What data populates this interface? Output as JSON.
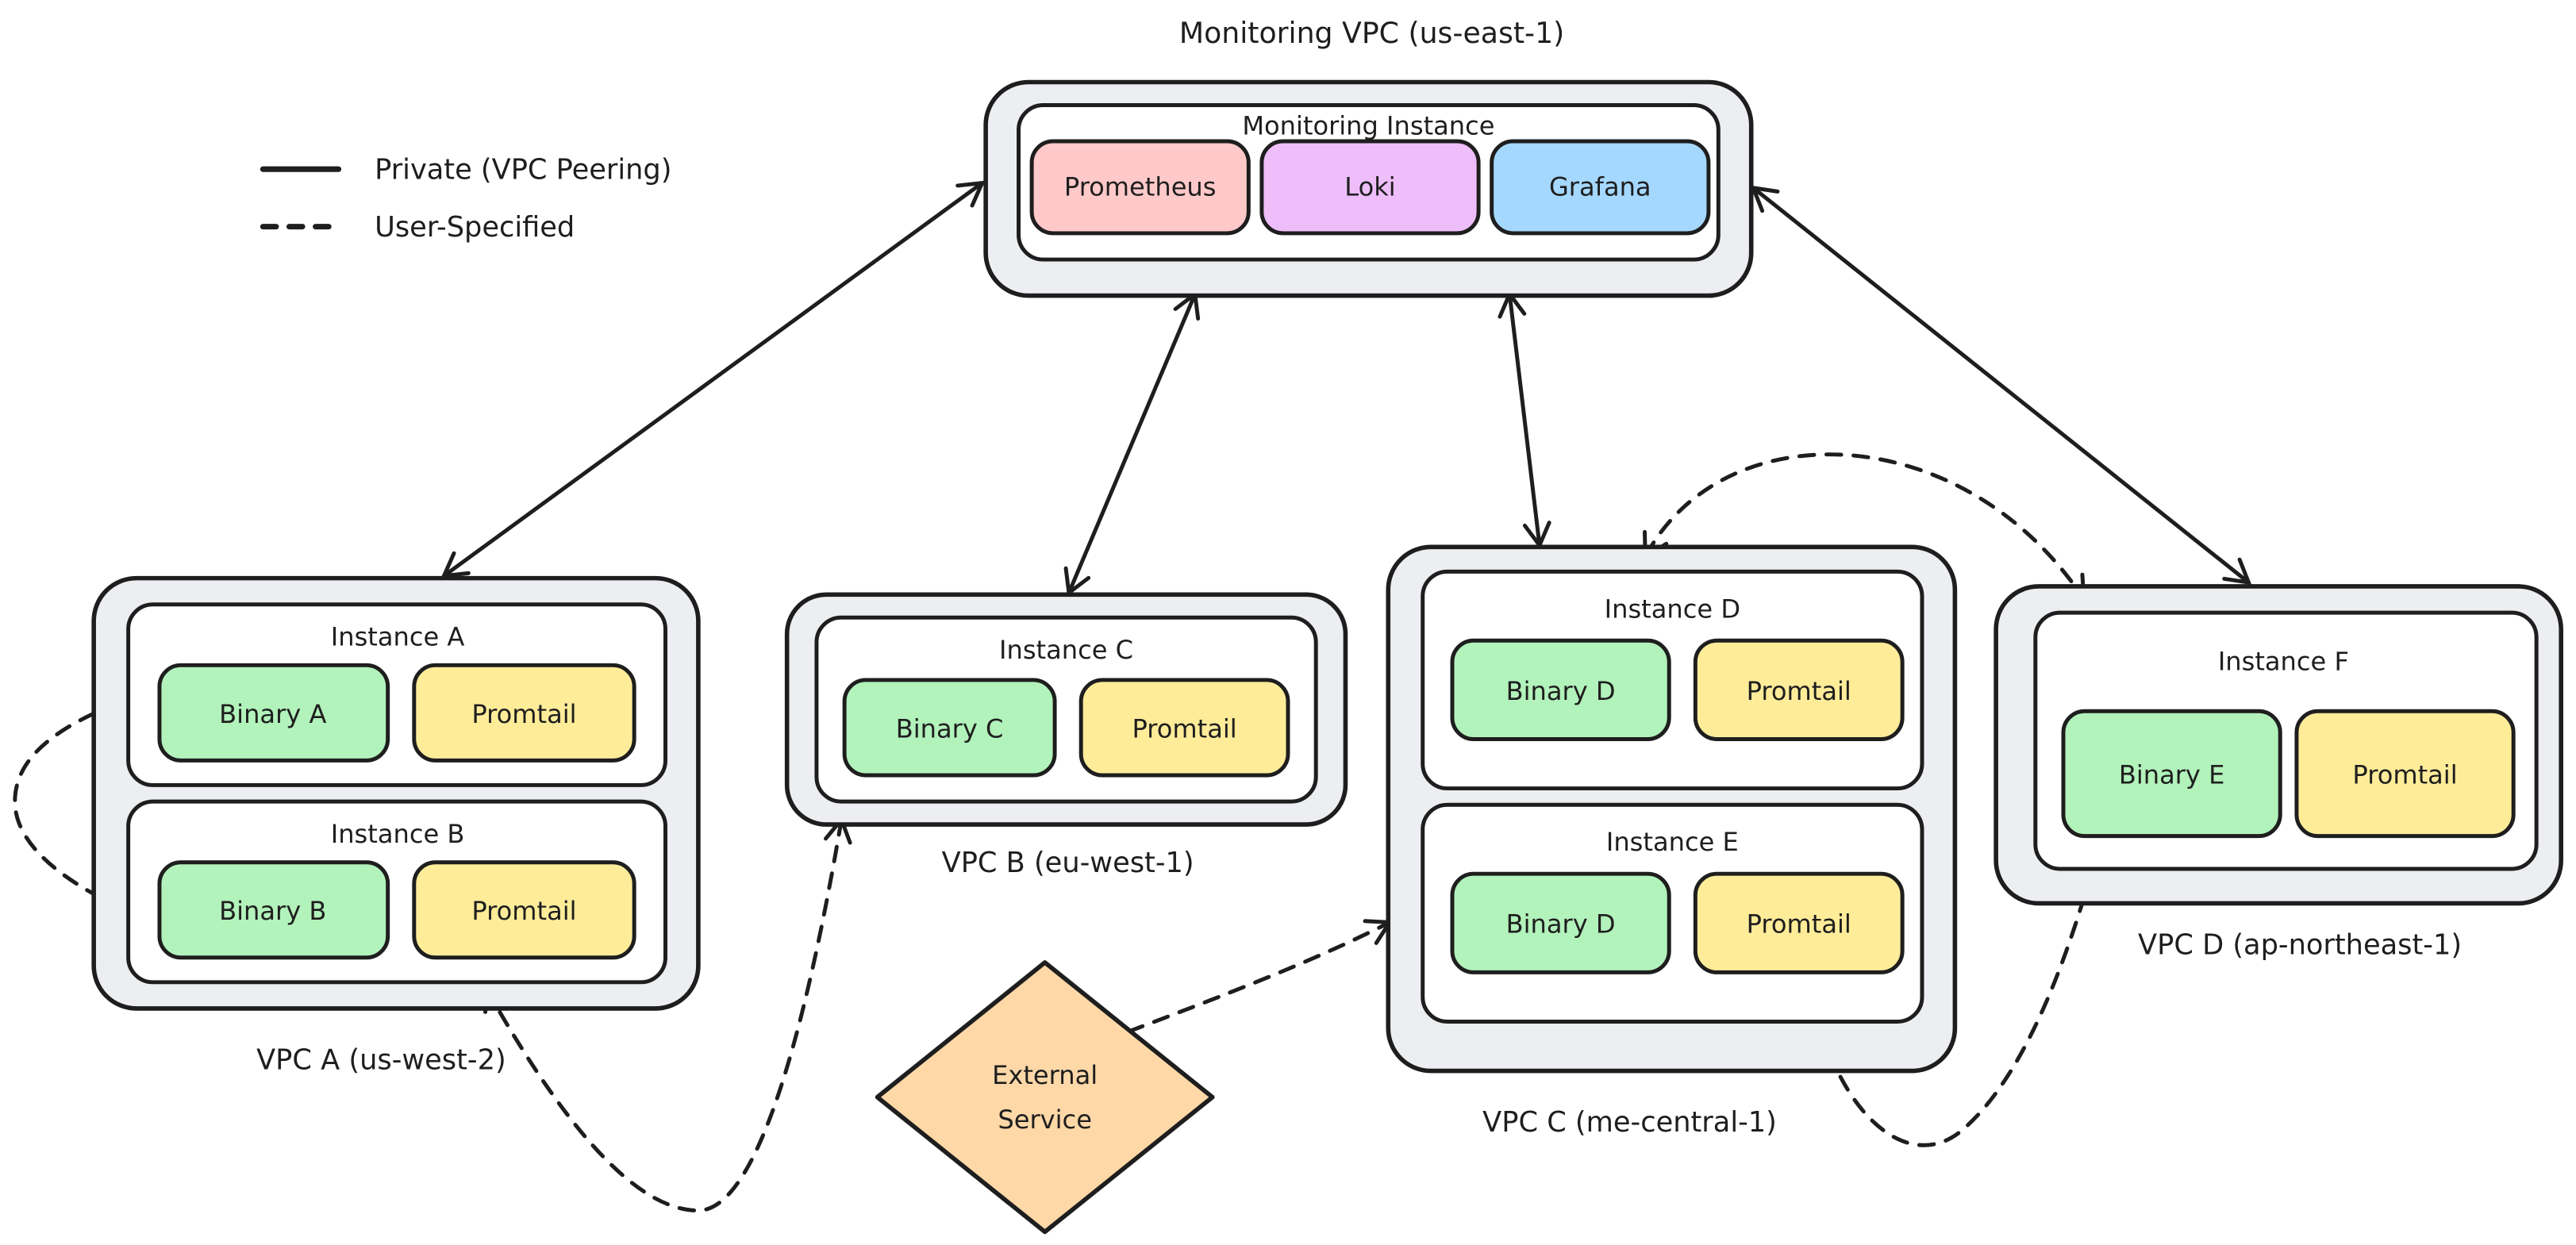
{
  "page_title": "Monitoring VPC (us-east-1)",
  "legend": {
    "items": [
      {
        "style": "solid",
        "label": "Private (VPC Peering)"
      },
      {
        "style": "dashed",
        "label": "User-Specified"
      }
    ]
  },
  "monitoring_vpc": {
    "label": "Monitoring VPC (us-east-1)",
    "instance": {
      "label": "Monitoring Instance",
      "services": [
        {
          "name": "Prometheus",
          "color": "#ffc9c9"
        },
        {
          "name": "Loki",
          "color": "#eebefa"
        },
        {
          "name": "Grafana",
          "color": "#a5d8ff"
        }
      ]
    }
  },
  "vpcs": [
    {
      "id": "vpc-a",
      "label": "VPC A (us-west-2)",
      "instances": [
        {
          "label": "Instance A",
          "components": [
            {
              "name": "Binary A",
              "color": "#b2f2bb"
            },
            {
              "name": "Promtail",
              "color": "#ffec99"
            }
          ]
        },
        {
          "label": "Instance B",
          "components": [
            {
              "name": "Binary B",
              "color": "#b2f2bb"
            },
            {
              "name": "Promtail",
              "color": "#ffec99"
            }
          ]
        }
      ]
    },
    {
      "id": "vpc-b",
      "label": "VPC B (eu-west-1)",
      "instances": [
        {
          "label": "Instance C",
          "components": [
            {
              "name": "Binary C",
              "color": "#b2f2bb"
            },
            {
              "name": "Promtail",
              "color": "#ffec99"
            }
          ]
        }
      ]
    },
    {
      "id": "vpc-c",
      "label": "VPC C (me-central-1)",
      "instances": [
        {
          "label": "Instance D",
          "components": [
            {
              "name": "Binary D",
              "color": "#b2f2bb"
            },
            {
              "name": "Promtail",
              "color": "#ffec99"
            }
          ]
        },
        {
          "label": "Instance E",
          "components": [
            {
              "name": "Binary D",
              "color": "#b2f2bb"
            },
            {
              "name": "Promtail",
              "color": "#ffec99"
            }
          ]
        }
      ]
    },
    {
      "id": "vpc-d",
      "label": "VPC D (ap-northeast-1)",
      "instances": [
        {
          "label": "Instance F",
          "components": [
            {
              "name": "Binary E",
              "color": "#b2f2bb"
            },
            {
              "name": "Promtail",
              "color": "#ffec99"
            }
          ]
        }
      ]
    }
  ],
  "external_service": {
    "lines": [
      "External",
      "Service"
    ],
    "color": "#ffd8a8"
  },
  "colors": {
    "vpc_fill": "#eceef1",
    "instance_fill": "#ffffff",
    "stroke": "#1e1e1e",
    "prometheus": "#ffc9c9",
    "loki": "#eebefa",
    "grafana": "#a5d8ff",
    "binary": "#b2f2bb",
    "promtail": "#ffec99",
    "external": "#ffd8a8"
  },
  "connections": [
    {
      "from": "Monitoring Instance",
      "to": "VPC A",
      "type": "private-vpc-peering",
      "bidirectional": true
    },
    {
      "from": "Monitoring Instance",
      "to": "VPC B",
      "type": "private-vpc-peering",
      "bidirectional": true
    },
    {
      "from": "Monitoring Instance",
      "to": "VPC C",
      "type": "private-vpc-peering",
      "bidirectional": true
    },
    {
      "from": "Monitoring Instance",
      "to": "VPC D",
      "type": "private-vpc-peering",
      "bidirectional": true
    },
    {
      "from": "Instance A",
      "to": "Instance B",
      "type": "user-specified",
      "bidirectional": true
    },
    {
      "from": "Instance B",
      "to": "Instance C",
      "type": "user-specified",
      "bidirectional": true
    },
    {
      "from": "External Service",
      "to": "Instance E",
      "type": "user-specified",
      "bidirectional": false
    },
    {
      "from": "Instance D",
      "to": "Instance F",
      "type": "user-specified",
      "bidirectional": true
    },
    {
      "from": "Instance E",
      "to": "Instance F",
      "type": "user-specified",
      "bidirectional": true
    }
  ]
}
